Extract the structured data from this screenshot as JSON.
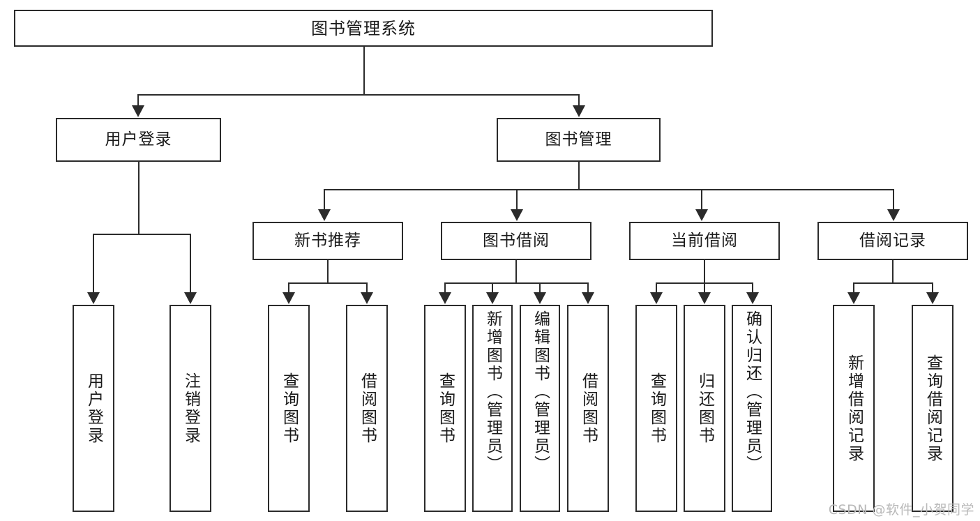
{
  "diagram": {
    "type": "tree-hierarchy",
    "title": "图书管理系统",
    "watermark": "CSDN @软件_小贺同学",
    "levels": 4,
    "colors": {
      "stroke": "#2b2b2b",
      "fill": "#ffffff",
      "text": "#1a1a1a",
      "watermark": "#b9b9b9"
    },
    "root": {
      "label": "图书管理系统"
    },
    "branches": [
      {
        "id": "user-login",
        "label": "用户登录",
        "children": [
          {
            "id": "user-login-do",
            "label": "用户登录"
          },
          {
            "id": "user-logout",
            "label": "注销登录"
          }
        ]
      },
      {
        "id": "book-management",
        "label": "图书管理",
        "groups": [
          {
            "id": "new-book-recommend",
            "label": "新书推荐",
            "children": [
              {
                "id": "query-book-1",
                "label": "查询图书"
              },
              {
                "id": "borrow-book-1",
                "label": "借阅图书"
              }
            ]
          },
          {
            "id": "book-borrow",
            "label": "图书借阅",
            "children": [
              {
                "id": "query-book-2",
                "label": "查询图书"
              },
              {
                "id": "add-book",
                "label": "新增图书（管理员）"
              },
              {
                "id": "edit-book",
                "label": "编辑图书（管理员）"
              },
              {
                "id": "borrow-book-2",
                "label": "借阅图书"
              }
            ]
          },
          {
            "id": "current-borrow",
            "label": "当前借阅",
            "children": [
              {
                "id": "query-book-3",
                "label": "查询图书"
              },
              {
                "id": "return-book",
                "label": "归还图书"
              },
              {
                "id": "confirm-return",
                "label": "确认归还（管理员）"
              }
            ]
          },
          {
            "id": "borrow-records",
            "label": "借阅记录",
            "children": [
              {
                "id": "add-record",
                "label": "新增借阅记录"
              },
              {
                "id": "query-record",
                "label": "查询借阅记录"
              }
            ]
          }
        ]
      }
    ]
  }
}
